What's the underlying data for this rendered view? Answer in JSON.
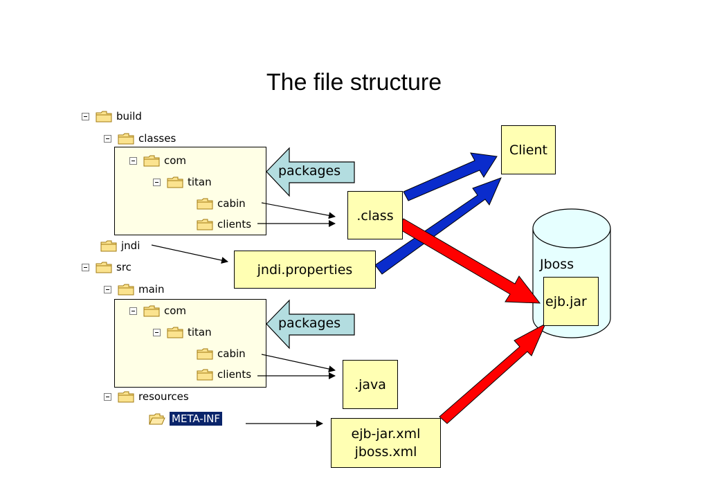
{
  "title": "The file structure",
  "tree": {
    "build": "build",
    "classes": "classes",
    "com1": "com",
    "titan1": "titan",
    "cabin1": "cabin",
    "clients1": "clients",
    "jndi": "jndi",
    "src": "src",
    "main": "main",
    "com2": "com",
    "titan2": "titan",
    "cabin2": "cabin",
    "clients2": "clients",
    "resources": "resources",
    "meta_inf": "META-INF"
  },
  "callouts": {
    "packages_top": "packages",
    "packages_bottom": "packages"
  },
  "boxes": {
    "client": "Client",
    "class": ".class",
    "jndi_properties": "jndi.properties",
    "java": ".java",
    "ejb_jar_xml": "ejb-jar.xml",
    "jboss_xml": "jboss.xml",
    "jboss": "Jboss",
    "ejb_jar": "ejb.jar"
  },
  "colors": {
    "note_fill": "#ffffb3",
    "tree_box_fill": "#ffffe6",
    "callout_fill": "#b3dde0",
    "cylinder_fill": "#e6ffff",
    "blue_arrow": "#0a2ccc",
    "red_arrow": "#ff0000"
  }
}
